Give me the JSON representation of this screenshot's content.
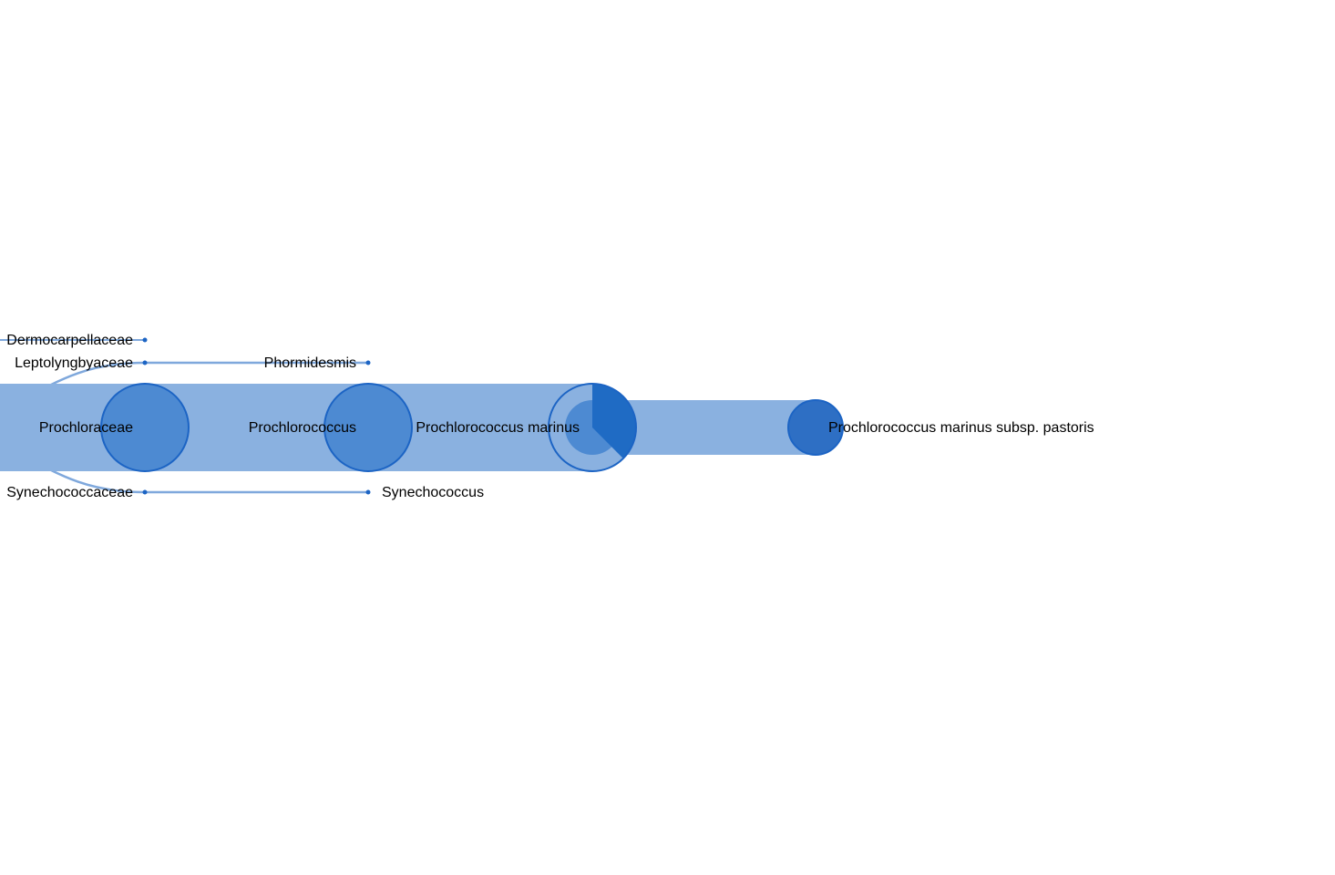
{
  "colors": {
    "band": "#8ab1e0",
    "node_fill": "#4d8ad2",
    "node_fill_dark": "#2e6fc4",
    "node_stroke": "#1c64c4",
    "ring_fill": "#8ab1e0",
    "pie_wedge": "#1f6bc4",
    "edge": "#7fa8dc",
    "dot": "#1c64c4"
  },
  "tree": {
    "rank1": [
      {
        "key": "dermocarpellaceae",
        "label": "Dermocarpellaceae"
      },
      {
        "key": "leptolyngbyaceae",
        "label": "Leptolyngbyaceae"
      },
      {
        "key": "prochloraceae",
        "label": "Prochloraceae"
      },
      {
        "key": "synechococcaceae",
        "label": "Synechococcaceae"
      }
    ],
    "rank2": [
      {
        "key": "phormidesmis",
        "label": "Phormidesmis"
      },
      {
        "key": "prochlorococcus",
        "label": "Prochlorococcus"
      },
      {
        "key": "synechococcus",
        "label": "Synechococcus"
      }
    ],
    "rank3": [
      {
        "key": "prochlorococcus-marinus",
        "label": "Prochlorococcus marinus"
      }
    ],
    "rank4": [
      {
        "key": "prochlorococcus-marinus-pastoris",
        "label": "Prochlorococcus marinus subsp. pastoris"
      }
    ]
  }
}
